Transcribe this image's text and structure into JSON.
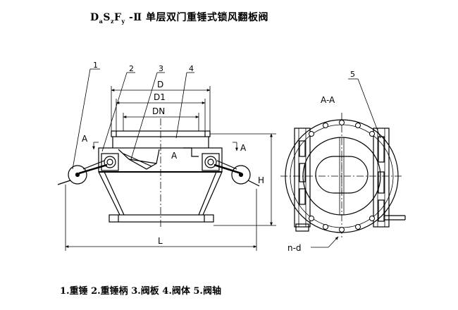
{
  "title": {
    "part_d": "D",
    "sub_a": "a",
    "part_s": "S",
    "sub_z": "z",
    "part_f": "F",
    "sub_y": "y",
    "rest": " -Ⅱ 单层双门重锤式锁风翻板阀"
  },
  "callouts": {
    "n1": "1",
    "n2": "2",
    "n3": "3",
    "n4": "4",
    "n5": "5"
  },
  "dimensions": {
    "d": "D",
    "d1": "D1",
    "dn": "DN",
    "l": "L",
    "h": "H",
    "nd": "n-d"
  },
  "section_marks": {
    "a_left": "A",
    "a_center": "A",
    "a_right": "A",
    "section_title": "A-A"
  },
  "legend": "1.重锤 2.重锤柄 3.阀板 4.阀体 5.阀轴"
}
